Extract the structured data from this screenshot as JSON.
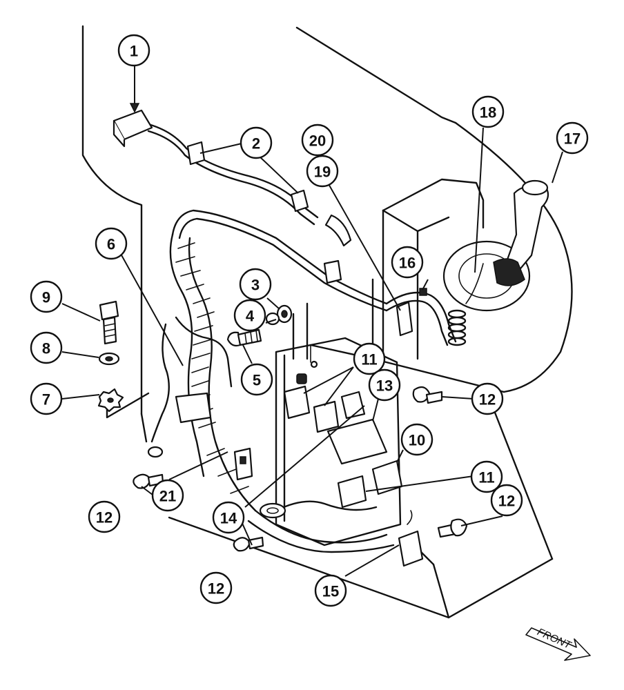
{
  "diagram": {
    "callouts": [
      {
        "id": "c1",
        "label": "1"
      },
      {
        "id": "c2",
        "label": "2"
      },
      {
        "id": "c3",
        "label": "3"
      },
      {
        "id": "c4",
        "label": "4"
      },
      {
        "id": "c5",
        "label": "5"
      },
      {
        "id": "c6",
        "label": "6"
      },
      {
        "id": "c7",
        "label": "7"
      },
      {
        "id": "c8",
        "label": "8"
      },
      {
        "id": "c9",
        "label": "9"
      },
      {
        "id": "c10",
        "label": "10"
      },
      {
        "id": "c11a",
        "label": "11"
      },
      {
        "id": "c11b",
        "label": "11"
      },
      {
        "id": "c12a",
        "label": "12"
      },
      {
        "id": "c12b",
        "label": "12"
      },
      {
        "id": "c12c",
        "label": "12"
      },
      {
        "id": "c12d",
        "label": "12"
      },
      {
        "id": "c13",
        "label": "13"
      },
      {
        "id": "c14",
        "label": "14"
      },
      {
        "id": "c15",
        "label": "15"
      },
      {
        "id": "c16",
        "label": "16"
      },
      {
        "id": "c17",
        "label": "17"
      },
      {
        "id": "c18",
        "label": "18"
      },
      {
        "id": "c19",
        "label": "19"
      },
      {
        "id": "c20",
        "label": "20"
      },
      {
        "id": "c21",
        "label": "21"
      }
    ],
    "direction_label": "FRONT"
  }
}
